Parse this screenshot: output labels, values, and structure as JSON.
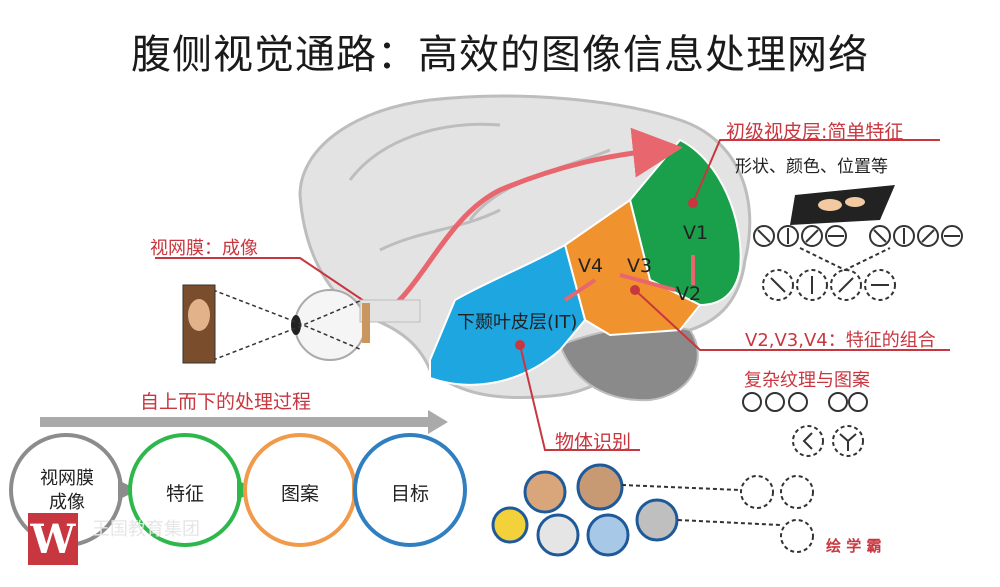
{
  "title": "腹侧视觉通路：高效的图像信息处理网络",
  "labels": {
    "retina": "视网膜：成像",
    "v1_area": "初级视皮层:简单特征",
    "v1_detail": "形状、颜色、位置等",
    "v1": "V1",
    "v2": "V2",
    "v3": "V3",
    "v4": "V4",
    "it": "下颞叶皮层(IT)",
    "combo": "V2,V3,V4：特征的组合",
    "complex": "复杂纹理与图案",
    "object": "物体识别",
    "topdown": "自上而下的处理过程"
  },
  "pipeline": [
    {
      "label": "视网膜\n成像",
      "color": "#8c8c8c"
    },
    {
      "label": "特征",
      "color": "#2eb84b"
    },
    {
      "label": "图案",
      "color": "#f09a4a"
    },
    {
      "label": "目标",
      "color": "#2f7fc1"
    }
  ],
  "watermark": {
    "logo": "W",
    "org_text": "王国教育集团",
    "corner_text": "绘 学 霸"
  },
  "colors": {
    "accent": "#c8373f",
    "v1": "#1aa04a",
    "v234": "#f0922e",
    "it": "#1ea6e0",
    "brain": "#e3e3e3"
  }
}
